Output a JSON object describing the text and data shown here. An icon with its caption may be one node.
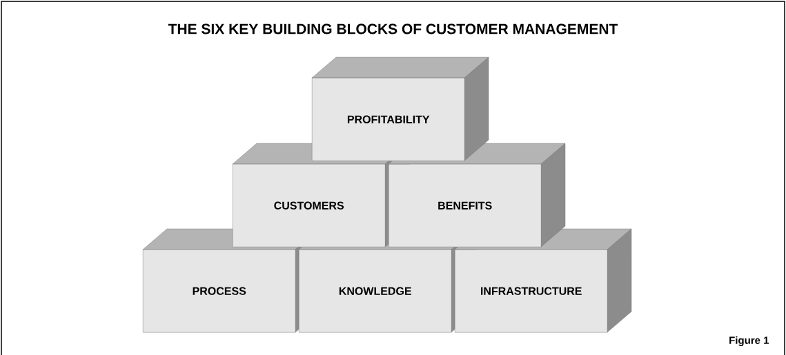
{
  "diagram": {
    "title": "THE SIX KEY BUILDING BLOCKS OF CUSTOMER MANAGEMENT",
    "nodes": [
      {
        "text": [
          "PROFITABILITY"
        ]
      },
      {
        "text": [
          "CUSTOMERS"
        ]
      },
      {
        "text": [
          "BENEFITS"
        ]
      },
      {
        "text": [
          "PROCESS"
        ]
      },
      {
        "text": [
          "KNOWLEDGE"
        ]
      },
      {
        "text": [
          "INFRASTRUCTURE"
        ]
      }
    ],
    "labels": [
      "Figure 1"
    ]
  }
}
